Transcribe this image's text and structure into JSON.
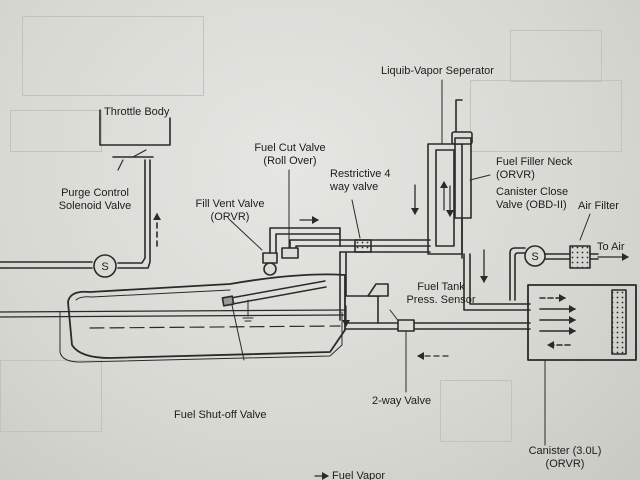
{
  "labels": {
    "throttle_body": "Throttle Body",
    "purge_control_1": "Purge Control",
    "purge_control_2": "Solenoid Valve",
    "fuel_cut_1": "Fuel Cut Valve",
    "fuel_cut_2": "(Roll Over)",
    "fill_vent_1": "Fill Vent Valve",
    "fill_vent_2": "(ORVR)",
    "restrictive_1": "Restrictive 4",
    "restrictive_2": "way valve",
    "separator": "Liquib-Vapor Seperator",
    "filler_neck_1": "Fuel Filler Neck",
    "filler_neck_2": "(ORVR)",
    "canister_close_1": "Canister Close",
    "canister_close_2": "Valve (OBD-II)",
    "air_filter": "Air Filter",
    "to_air": "To Air",
    "tank_press_1": "Fuel Tank",
    "tank_press_2": "Press. Sensor",
    "shutoff": "Fuel Shut-off Valve",
    "two_way": "2-way Valve",
    "canister_1": "Canister (3.0L)",
    "canister_2": "(ORVR)",
    "legend_vapor": "Fuel Vapor"
  },
  "symbols": {
    "solenoid": "S"
  },
  "colors": {
    "line": "#2a2a2a",
    "paper": "#dcdcd7",
    "ghost": "#bdbdb8"
  }
}
